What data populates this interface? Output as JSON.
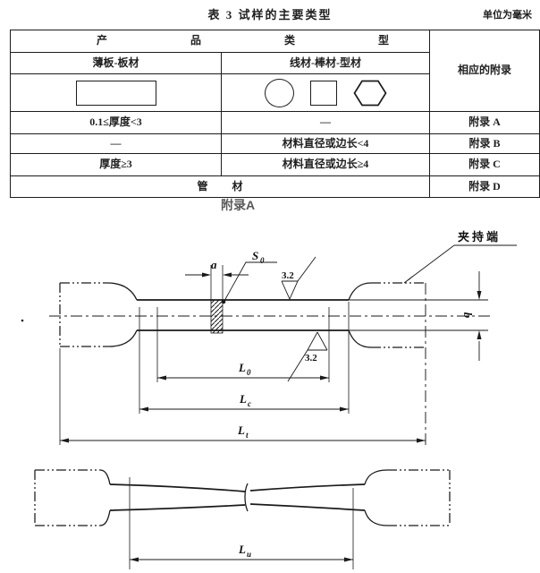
{
  "page": {
    "table_title": "表 3  试样的主要类型",
    "unit_label": "单位为毫米",
    "appendix_heading": "附录A"
  },
  "colors": {
    "ink": "#1a1a1a",
    "appendix_heading_gray": "#595959"
  },
  "table": {
    "header": {
      "product_type": "产 品 类 型",
      "col_sheet": "薄板-板材",
      "col_wire": "线材-棒材-型材",
      "col_appendix": "相应的附录"
    },
    "shapes": {
      "sheet": "rectangle",
      "wire": [
        "circle",
        "square",
        "hexagon"
      ]
    },
    "rows": [
      {
        "sheet": "0.1≤厚度<3",
        "wire": "—",
        "appendix": "附录 A"
      },
      {
        "sheet": "—",
        "wire": "材料直径或边长<4",
        "appendix": "附录 B"
      },
      {
        "sheet": "厚度≥3",
        "wire": "材料直径或边长≥4",
        "appendix": "附录 C"
      }
    ],
    "tube_row": {
      "label": "管  材",
      "appendix": "附录 D"
    }
  },
  "drawing1": {
    "grip_label": "夹持端",
    "a_label": "a",
    "b_label": "b",
    "roughness_top": "3.2",
    "roughness_bottom": "3.2",
    "S0": {
      "base": "S",
      "sub": "0"
    },
    "L0": {
      "base": "L",
      "sub": "0"
    },
    "Lc": {
      "base": "L",
      "sub": "c"
    },
    "Lt": {
      "base": "L",
      "sub": "t"
    }
  },
  "drawing2": {
    "Lu": {
      "base": "L",
      "sub": "u"
    }
  }
}
